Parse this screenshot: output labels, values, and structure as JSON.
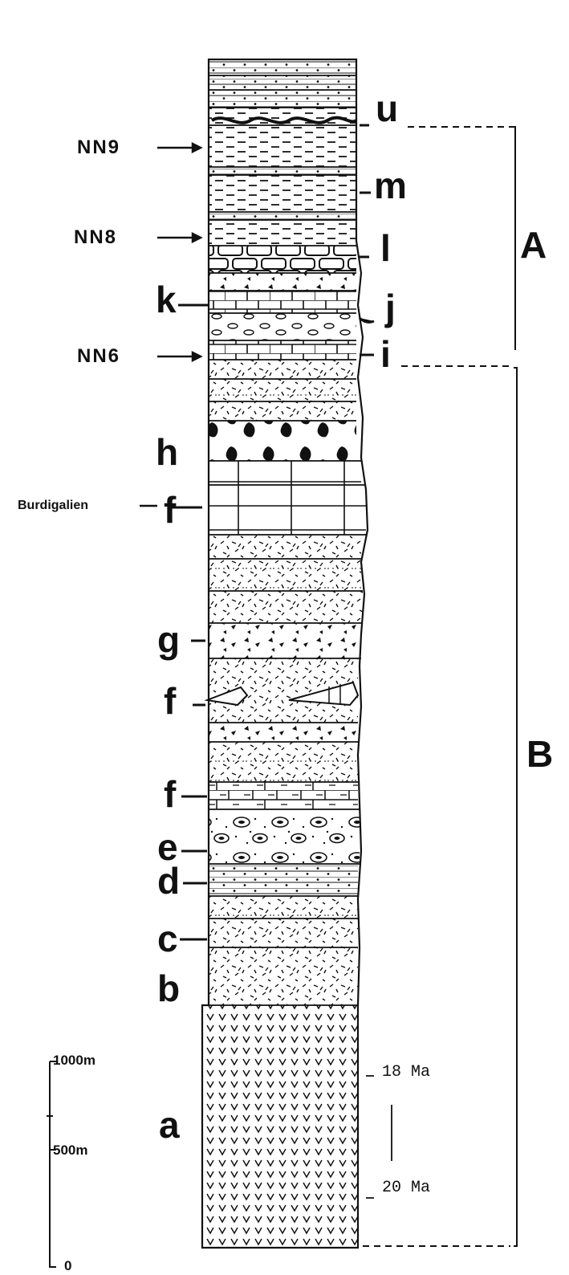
{
  "members": {
    "u": "u",
    "m": "m",
    "l": "l",
    "k": "k",
    "j": "j",
    "i": "i",
    "h": "h",
    "f1": "f",
    "g": "g",
    "f2": "f",
    "f3": "f",
    "e": "e",
    "d": "d",
    "c": "c",
    "b": "b",
    "a": "a"
  },
  "zones": {
    "nn9": "NN9",
    "nn8": "NN8",
    "nn6": "NN6",
    "burdigalien": "Burdigalien"
  },
  "units": {
    "A": "A",
    "B": "B"
  },
  "ages": {
    "upper": "18 Ma",
    "lower": "20 Ma"
  },
  "scale": {
    "top": "1000m",
    "mid": "500m",
    "bottom": "0"
  },
  "style": {
    "ink": "#111111",
    "paper": "#ffffff"
  }
}
